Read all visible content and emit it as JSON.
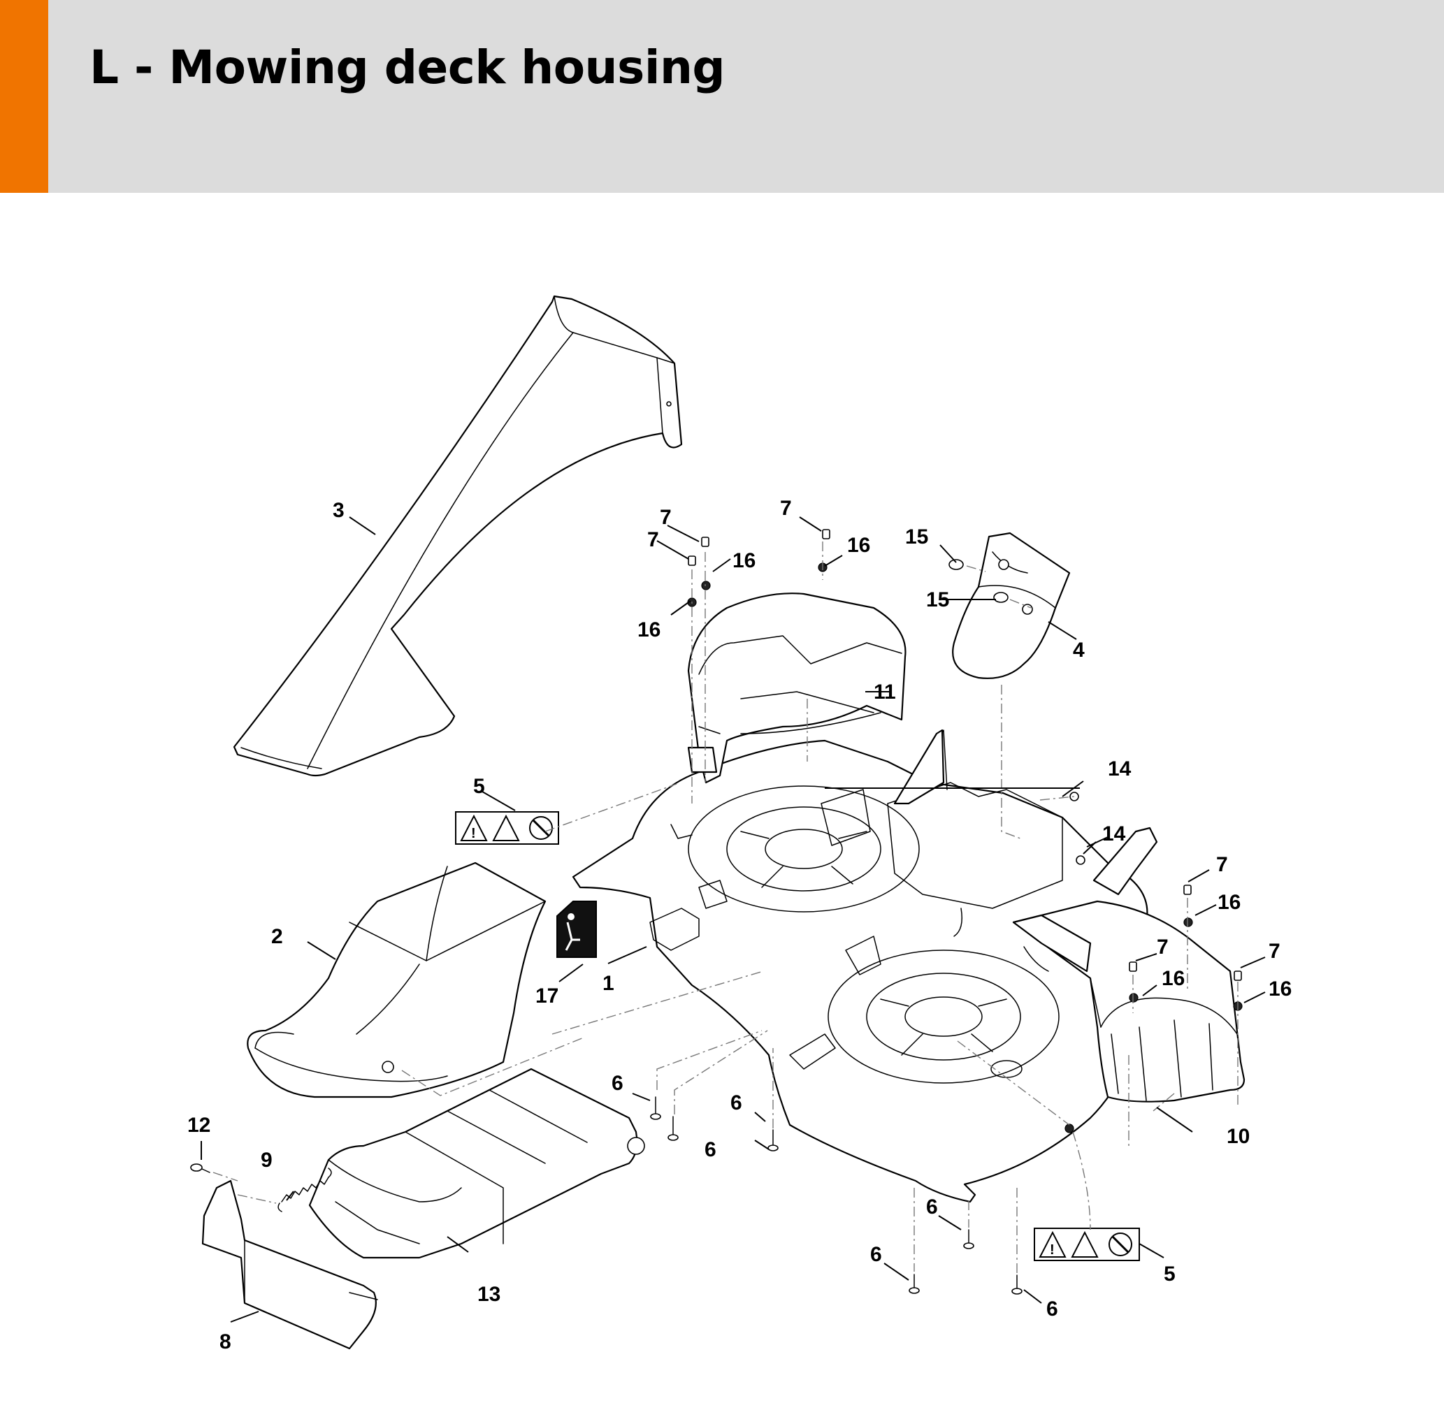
{
  "header": {
    "title": "L - Mowing deck housing",
    "accent_color": "#f07400",
    "background_color": "#dcdcdc"
  },
  "callouts": [
    "1",
    "2",
    "3",
    "4",
    "5",
    "5",
    "6",
    "6",
    "6",
    "6",
    "6",
    "6",
    "7",
    "7",
    "7",
    "7",
    "7",
    "7",
    "8",
    "9",
    "10",
    "11",
    "12",
    "13",
    "14",
    "14",
    "15",
    "15",
    "16",
    "16",
    "16",
    "16",
    "16",
    "16",
    "17"
  ],
  "labels": {
    "warning_icons": [
      "warning-triangle-icon",
      "rotating-blade-warning-icon",
      "no-hands-icon"
    ],
    "decal_17_icon": "operating-instruction-decal-icon"
  }
}
